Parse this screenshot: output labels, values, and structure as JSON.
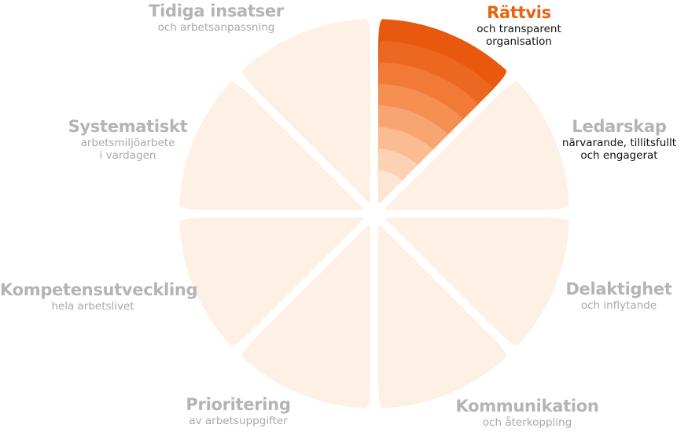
{
  "colors": {
    "inactive_segment": "#fdf0e5",
    "active_ramp": [
      "#fde5d3",
      "#fcd2b3",
      "#fabd92",
      "#f8a671",
      "#f58f52",
      "#f17a36",
      "#ec6820",
      "#e8590f"
    ],
    "active_title": "#e8620f",
    "inactive_text": "#b4b4b4"
  },
  "wheel": {
    "segment_count": 8,
    "active_index": 0,
    "active_rings": 8
  },
  "segments": [
    {
      "title": "Rättvis",
      "sub1": "och transparent",
      "sub2": "organisation"
    },
    {
      "title": "Ledarskap",
      "sub1": "närvarande, tillitsfullt",
      "sub2": "och engagerat"
    },
    {
      "title": "Delaktighet",
      "sub1": "och inflytande",
      "sub2": ""
    },
    {
      "title": "Kommunikation",
      "sub1": "och återkoppling",
      "sub2": ""
    },
    {
      "title": "Prioritering",
      "sub1": "av arbetsuppgifter",
      "sub2": ""
    },
    {
      "title": "Kompetensutveckling",
      "sub1": "hela arbetslivet",
      "sub2": ""
    },
    {
      "title": "Systematiskt",
      "sub1": "arbetsmiljöarbete",
      "sub2": "i vardagen"
    },
    {
      "title": "Tidiga insatser",
      "sub1": "och arbetsanpassning",
      "sub2": ""
    }
  ]
}
